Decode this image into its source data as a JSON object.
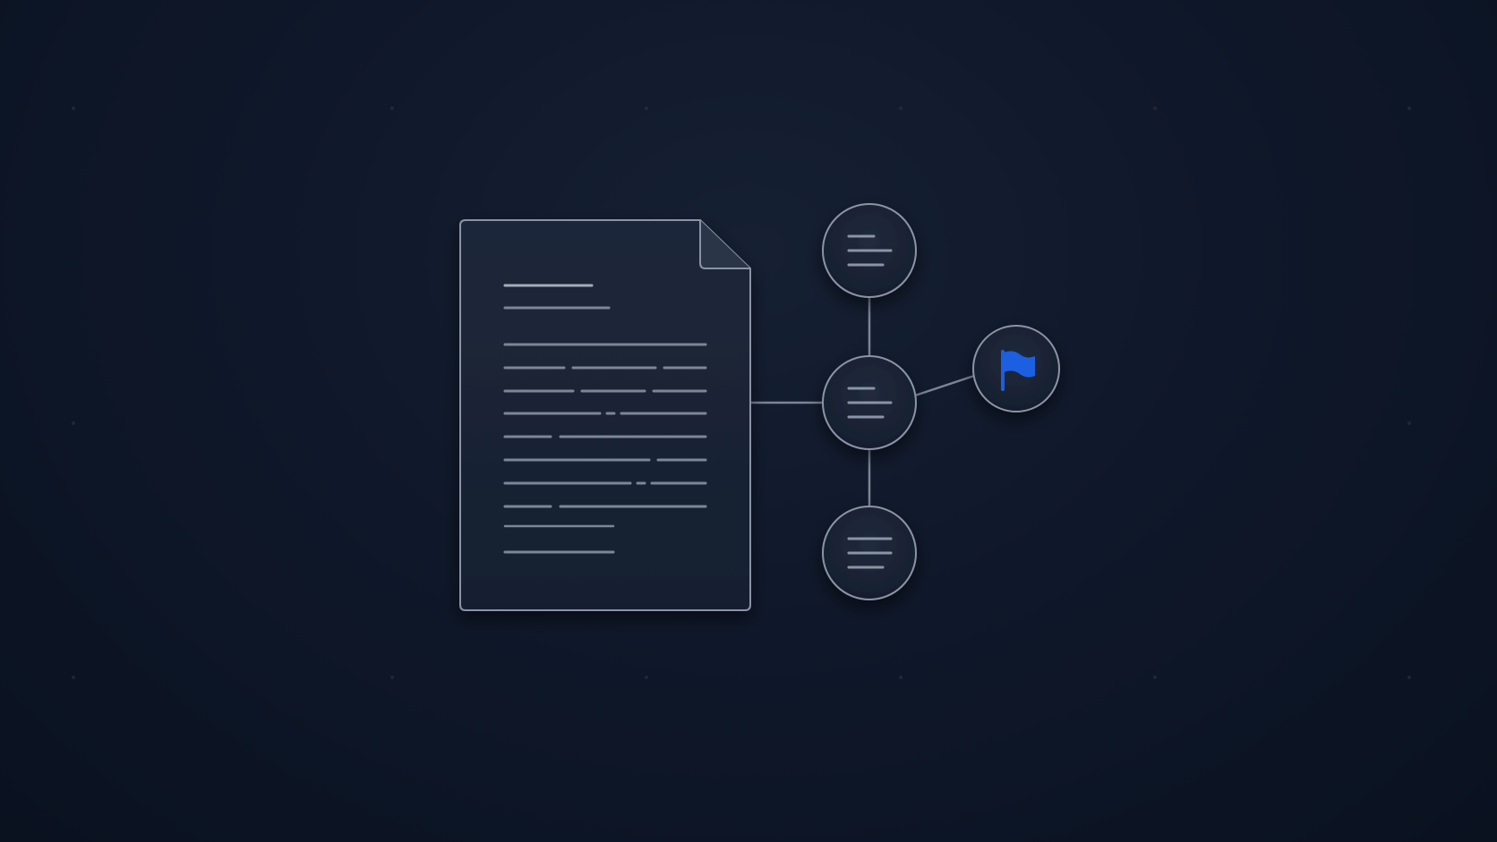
{
  "colors": {
    "background": "#0d1524",
    "panel_fill": "#1a2436",
    "outline": "#8a94a6",
    "text_line": "#7d8696",
    "accent_flag": "#1f5fe0"
  },
  "document": {
    "icon": "document-icon",
    "line_count": 12
  },
  "nodes": [
    {
      "name": "node-top",
      "icon": "text-lines-icon"
    },
    {
      "name": "node-middle",
      "icon": "text-lines-icon"
    },
    {
      "name": "node-bottom",
      "icon": "text-lines-icon"
    },
    {
      "name": "node-flag",
      "icon": "flag-icon"
    }
  ]
}
